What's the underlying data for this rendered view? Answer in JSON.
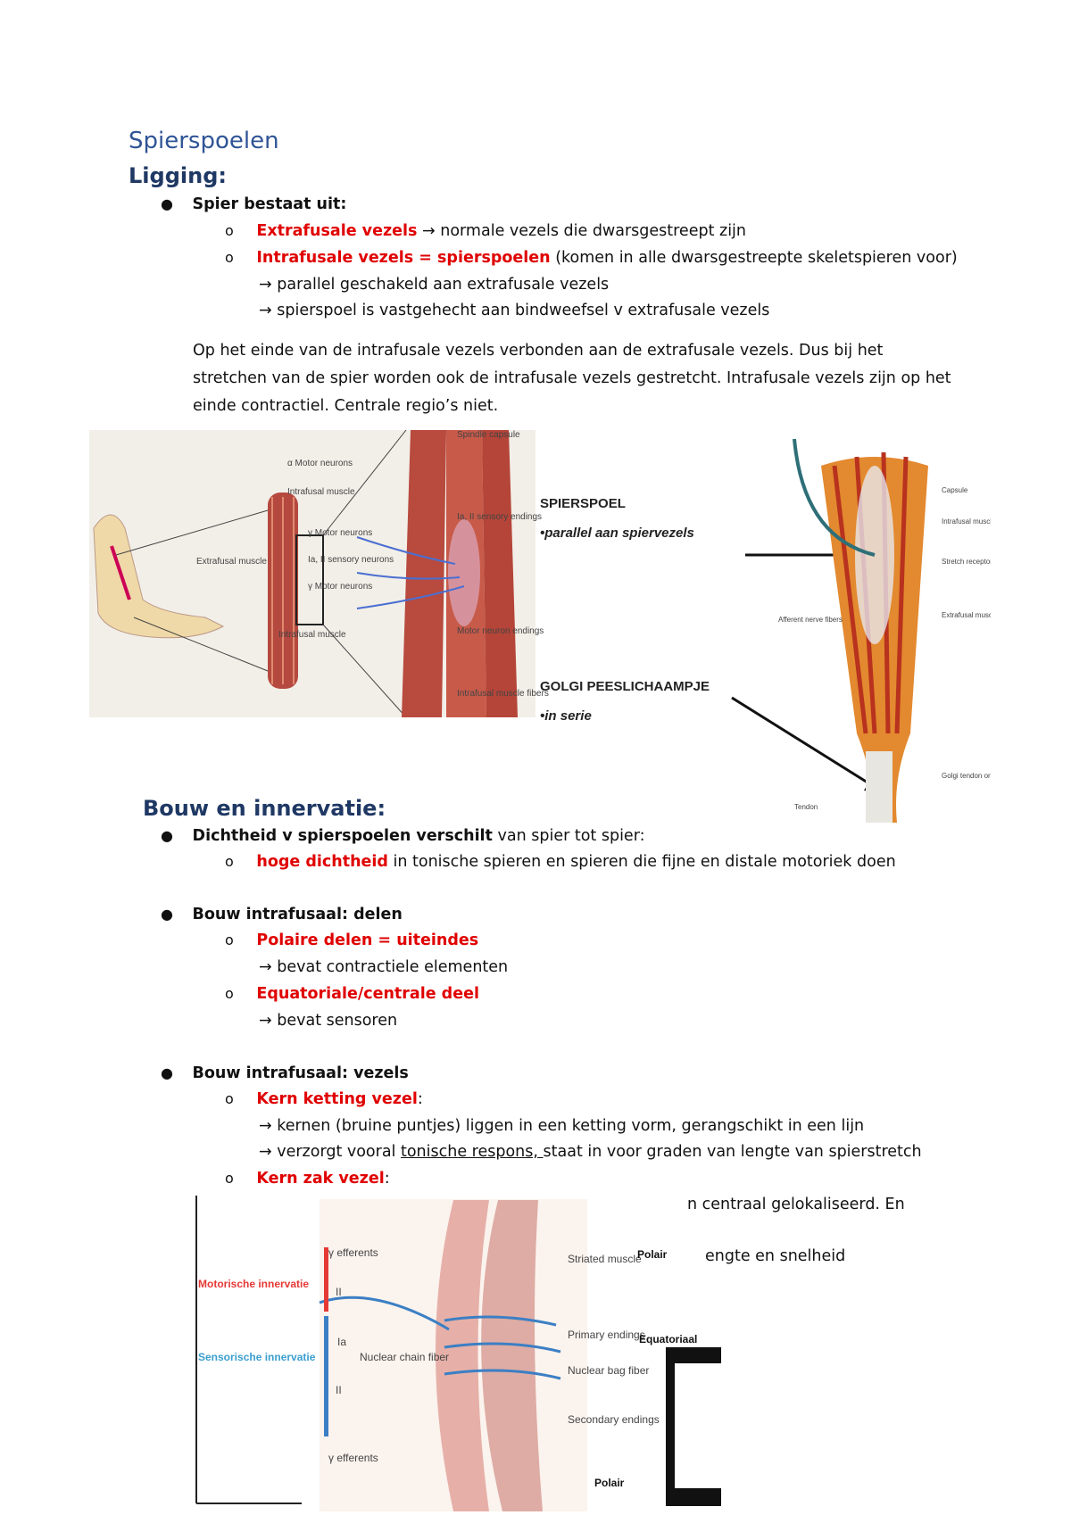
{
  "title": "Spierspoelen",
  "ligging": {
    "heading": "Ligging:",
    "bullet1": "Spier bestaat uit:",
    "extra_label": "Extrafusale vezels",
    "extra_text": " normale vezels die dwarsgestreept zijn",
    "intra_label": "Intrafusale vezels",
    "intra_eq": " = ",
    "intra_label2": "spierspoelen",
    "intra_text": " (komen in alle dwarsgestreepte skeletspieren voor)",
    "arrow1": " parallel geschakeld aan extrafusale vezels",
    "arrow2": " spierspoel is vastgehecht aan bindweefsel v extrafusale vezels",
    "paragraph": "Op het einde van de intrafusale vezels verbonden aan de extrafusale vezels. Dus bij het stretchen van de spier worden ook de intrafusale vezels gestretcht. Intrafusale vezels zijn op het einde contractiel. Centrale regio’s niet."
  },
  "figure1": {
    "labels": [
      "α Motor neurons",
      "Intrafusal muscle",
      "Extrafusal muscle",
      "γ Motor neurons",
      "Ia, II sensory neurons",
      "γ Motor neurons",
      "Intrafusal muscle",
      "Ia, II sensory endings",
      "Motor neuron endings",
      "Intrafusal muscle fibers",
      "Spindle capsule"
    ],
    "spierspoel": "SPIERSPOEL",
    "spierspoel_sub": "•parallel aan spiervezels",
    "golgi": "GOLGI PEESLICHAAMPJE",
    "golgi_sub": "•in serie",
    "right_labels": [
      "Capsule",
      "Intrafusal muscle fibers",
      "Stretch receptor",
      "Afferent nerve fibers",
      "Extrafusal muscle fiber",
      "Golgi tendon organ",
      "Tendon"
    ]
  },
  "bouw": {
    "heading": "Bouw en innervatie:",
    "b1_bold": "Dichtheid v spierspoelen verschilt",
    "b1_rest": " van spier tot spier:",
    "b1_sub_red": "hoge dichtheid",
    "b1_sub_rest": " in tonische spieren en spieren die fijne en distale motoriek doen",
    "b2": "Bouw intrafusaal: delen",
    "polaire": "Polaire delen = uiteindes",
    "polaire_arrow": " bevat contractiele elementen",
    "equatoriale": "Equatoriale/centrale deel",
    "equatoriale_arrow": " bevat sensoren",
    "b3": "Bouw intrafusaal: vezels",
    "kern_ketting": "Kern ketting vezel",
    "colon": ":",
    "kk_arrow1": " kernen (bruine puntjes) liggen in een ketting vorm, gerangschikt in een lijn",
    "kk_arrow2_pre": " verzorgt vooral ",
    "kk_arrow2_u": "tonische respons, ",
    "kk_arrow2_post": "staat in voor graden van lengte van spierstretch",
    "kern_zak": "Kern zak vezel",
    "kz_tail1": "n centraal gelokaliseerd. En",
    "kz_tail2": "engte en snelheid"
  },
  "figure2": {
    "gamma_top": "γ efferents",
    "gamma_bottom": "γ efferents",
    "motor": "Motorische innervatie",
    "sensor": "Sensorische innervatie",
    "ii_top": "II",
    "ia": "Ia",
    "ii_bottom": "II",
    "nuclear_chain": "Nuclear chain fiber",
    "striated": "Striated muscle",
    "primary": "Primary endings",
    "nuclear_bag": "Nuclear bag fiber",
    "secondary": "Secondary endings",
    "polair_top": "Polair",
    "equatoriaal": "Equatoriaal",
    "polair_bottom": "Polair"
  },
  "colors": {
    "heading_blue": "#2f5496",
    "red": "#e00000",
    "motor_red": "#e53935",
    "sensor_blue": "#3b7fc4"
  }
}
